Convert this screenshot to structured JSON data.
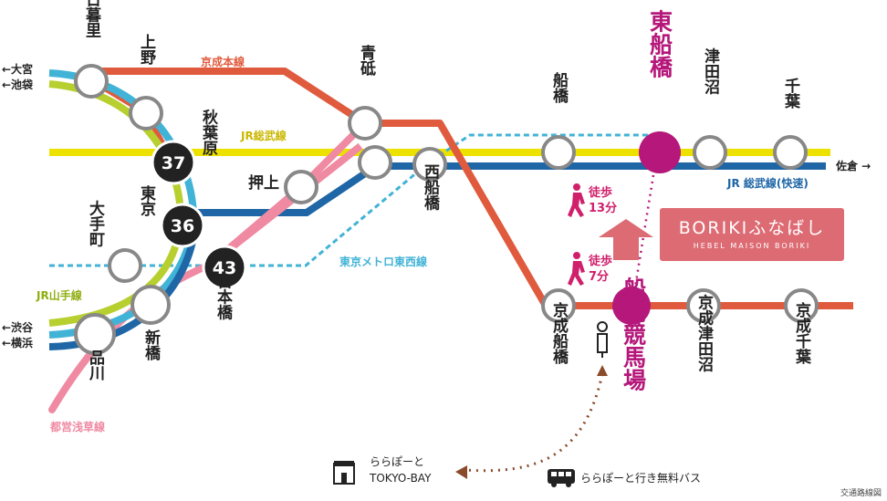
{
  "colors": {
    "jr_sobu": "#ede100",
    "jr_sobu_rapid": "#1f66a6",
    "keisei": "#e05a3d",
    "tozai": "#41b3d6",
    "asakusa": "#ef8aa2",
    "yamanote": "#b7cf2f",
    "hilight": "#b5177a",
    "walk": "#d0206b",
    "bus": "#8a4b2a"
  },
  "lines": {
    "keisei_main": "京成本線",
    "jr_sobu": "JR総武線",
    "jr_sobu_rapid": "JR 総武線(快速)",
    "tozai": "東京メトロ東西線",
    "yamanote": "JR山手線",
    "asakusa": "都営浅草線"
  },
  "stations": {
    "nippori": "日暮里",
    "ueno": "上野",
    "akihabara": "秋葉原",
    "tokyo": "東京",
    "otemachi": "大手町",
    "nihonbashi": "日本橋",
    "shinbashi": "新橋",
    "shinagawa": "品川",
    "oshiage": "押上",
    "aoto": "青砥",
    "nishifunabashi": "西船橋",
    "funabashi": "船橋",
    "higashifunabashi": "東船橋",
    "tsudanuma": "津田沼",
    "chiba": "千葉",
    "keisei_funabashi": "京成船橋",
    "funabashi_keibajo": "船橋競馬場",
    "keisei_tsudanuma": "京成津田沼",
    "keisei_chiba": "京成千葉"
  },
  "badges": {
    "akihabara": "37",
    "tokyo": "36",
    "nihonbashi": "43"
  },
  "directions": {
    "omiya": "←大宮",
    "ikebukuro": "←池袋",
    "shibuya": "←渋谷",
    "yokohama": "←横浜",
    "sakura": "佐倉 →"
  },
  "walks": {
    "higashifunabashi": [
      "徒歩",
      "13分"
    ],
    "keibajo": [
      "徒歩",
      "7分"
    ]
  },
  "boriki": {
    "title": "BORIKIふなばし",
    "subtitle": "HEBEL MAISON BORIKI"
  },
  "lalaport": [
    "ららぽーと",
    "TOKYO-BAY"
  ],
  "bus": "ららぽーと行き無料バス",
  "credit": "交通路線図"
}
